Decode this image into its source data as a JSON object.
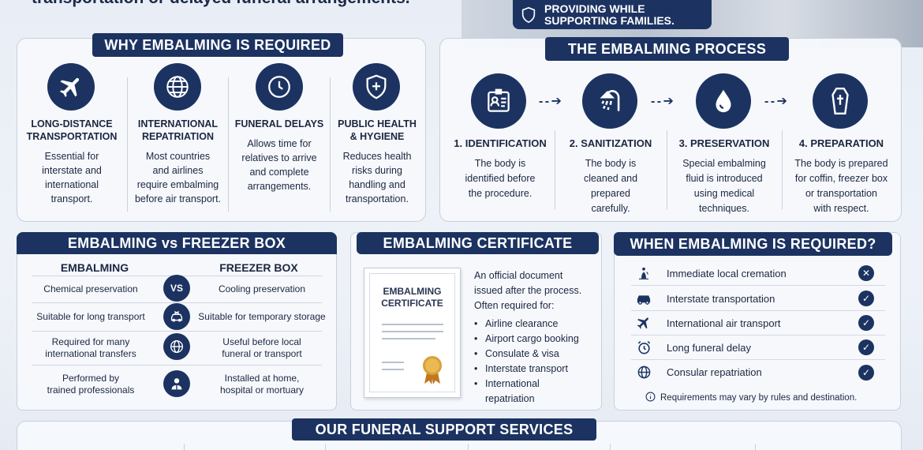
{
  "top": {
    "fragment_text": "transportation or delayed funeral arrangements.",
    "badge_line1": "PROVIDING WHILE",
    "badge_line2": "SUPPORTING FAMILIES."
  },
  "why": {
    "title": "WHY EMBALMING IS REQUIRED",
    "items": [
      {
        "icon": "airplane-icon",
        "title1": "LONG-DISTANCE",
        "title2": "TRANSPORTATION",
        "desc": [
          "Essential for",
          "interstate and",
          "international",
          "transport."
        ]
      },
      {
        "icon": "globe-icon",
        "title1": "INTERNATIONAL",
        "title2": "REPATRIATION",
        "desc": [
          "Most countries",
          "and airlines",
          "require embalming",
          "before air transport."
        ]
      },
      {
        "icon": "clock-icon",
        "title1": "FUNERAL DELAYS",
        "title2": "",
        "desc": [
          "Allows time for",
          "relatives to arrive",
          "and complete",
          "arrangements."
        ]
      },
      {
        "icon": "shield-cross-icon",
        "title1": "PUBLIC HEALTH",
        "title2": "& HYGIENE",
        "desc": [
          "Reduces health",
          "risks during",
          "handling and",
          "transportation."
        ]
      }
    ]
  },
  "process": {
    "title": "THE EMBALMING PROCESS",
    "arrow": "- - ➔",
    "steps": [
      {
        "icon": "id-card-icon",
        "title": "1. IDENTIFICATION",
        "desc": [
          "The body is",
          "identified before",
          "the procedure."
        ]
      },
      {
        "icon": "shower-icon",
        "title": "2. SANITIZATION",
        "desc": [
          "The body is",
          "cleaned and",
          "prepared",
          "carefully."
        ]
      },
      {
        "icon": "droplet-icon",
        "title": "3. PRESERVATION",
        "desc": [
          "Special embalming",
          "fluid is introduced",
          "using medical",
          "techniques."
        ]
      },
      {
        "icon": "coffin-icon",
        "title": "4. PREPARATION",
        "desc": [
          "The body is prepared",
          "for coffin, freezer box",
          "or transportation",
          "with respect."
        ]
      }
    ]
  },
  "compare": {
    "title": "EMBALMING vs FREEZER BOX",
    "left_head": "EMBALMING",
    "right_head": "FREEZER BOX",
    "vs": "VS",
    "rows": [
      {
        "left": [
          "Chemical preservation"
        ],
        "right": [
          "Cooling preservation"
        ],
        "icon": "vs-badge"
      },
      {
        "left": [
          "Suitable for long transport"
        ],
        "right": [
          "Suitable for temporary storage"
        ],
        "icon": "car-plane-icon"
      },
      {
        "left": [
          "Required for many",
          "international transfers"
        ],
        "right": [
          "Useful before local",
          "funeral or transport"
        ],
        "icon": "globe-icon"
      },
      {
        "left": [
          "Performed by",
          "trained professionals"
        ],
        "right": [
          "Installed at home,",
          "hospital or mortuary"
        ],
        "icon": "professional-icon"
      }
    ]
  },
  "certificate": {
    "title": "EMBALMING CERTIFICATE",
    "doc_title1": "EMBALMING",
    "doc_title2": "CERTIFICATE",
    "intro": [
      "An official document",
      "issued after the process.",
      "Often required for:"
    ],
    "uses": [
      "Airline clearance",
      "Airport cargo booking",
      "Consulate & visa",
      "Interstate transport",
      "International",
      "repatriation"
    ]
  },
  "when": {
    "title": "WHEN EMBALMING IS REQUIRED?",
    "rows": [
      {
        "icon": "cremation-icon",
        "label": "Immediate local cremation",
        "mark": "✕"
      },
      {
        "icon": "car-icon",
        "label": "Interstate transportation",
        "mark": "✓"
      },
      {
        "icon": "airplane-icon",
        "label": "International air transport",
        "mark": "✓"
      },
      {
        "icon": "alarm-clock-icon",
        "label": "Long funeral delay",
        "mark": "✓"
      },
      {
        "icon": "globe-icon",
        "label": "Consular repatriation",
        "mark": "✓"
      }
    ],
    "note": "Requirements may vary by rules and destination."
  },
  "services": {
    "title": "OUR FUNERAL SUPPORT SERVICES"
  },
  "colors": {
    "navy": "#1c3361",
    "panel": "#f6f8fc",
    "text": "#1b2740"
  }
}
